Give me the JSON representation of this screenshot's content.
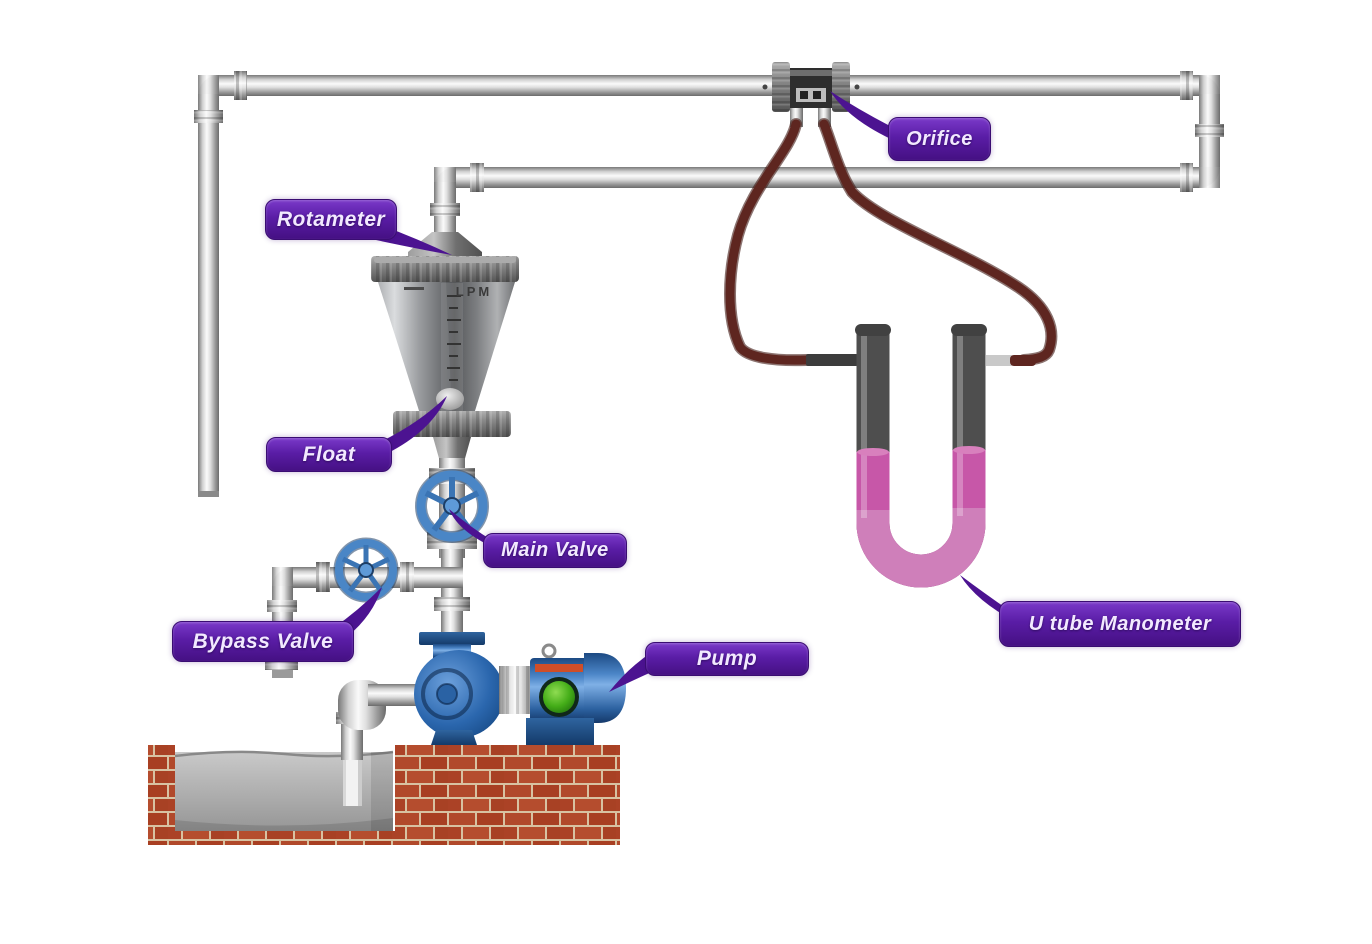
{
  "diagram": {
    "labels": {
      "rotameter": "Rotameter",
      "orifice": "Orifice",
      "float": "Float",
      "main_valve": "Main Valve",
      "bypass_valve": "Bypass Valve",
      "pump": "Pump",
      "u_tube_manometer": "U tube Manometer"
    },
    "rotameter_unit": "LPM",
    "colors": {
      "label_purple": "#551b9e",
      "manometer_fluid_pink": "#c757a8",
      "pressure_tube_maroon": "#5a241d",
      "pump_blue": "#2b67ae",
      "valve_wheel_blue": "#4a86c6",
      "brick_red": "#b1492b",
      "pipe_silver": "#d2d2d2"
    }
  }
}
